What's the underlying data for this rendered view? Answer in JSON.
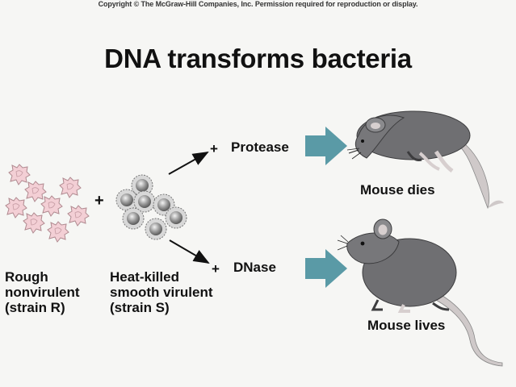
{
  "copyright": "Copyright © The McGraw-Hill Companies, Inc. Permission required for reproduction or display.",
  "title": "DNA transforms bacteria",
  "strain_r_label": [
    "Rough",
    "nonvirulent",
    "(strain R)"
  ],
  "strain_s_label": [
    "Heat-killed",
    "smooth virulent",
    "(strain S)"
  ],
  "plus_sign": "+",
  "protease_label": "Protease",
  "dnase_label": "DNase",
  "outcome_dies": "Mouse dies",
  "outcome_lives": "Mouse lives",
  "colors": {
    "arrow_fill": "#5a9aa6",
    "mouse_body": "#6f6f72",
    "mouse_tail": "#c9c4c4",
    "rough_cell": "#f1c9cf",
    "smooth_cell": "#9a9a9a"
  }
}
